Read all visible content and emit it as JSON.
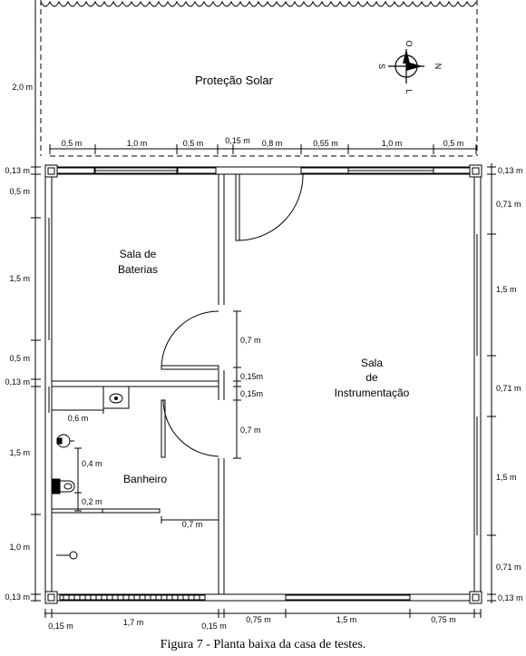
{
  "solar": {
    "label": "Proteção Solar"
  },
  "compass": {
    "n": "N",
    "s": "S",
    "l": "L",
    "o": "O"
  },
  "rooms": {
    "baterias": {
      "line1": "Sala de",
      "line2": "Baterias"
    },
    "instrumentacao": {
      "line1": "Sala",
      "line2": "de",
      "line3": "Instrumentação"
    },
    "banheiro": {
      "label": "Banheiro"
    }
  },
  "dims": {
    "top": [
      "0,5 m",
      "1,0 m",
      "0,5 m",
      "0,15 m",
      "0,8 m",
      "0,55 m",
      "1,0 m",
      "0,5 m"
    ],
    "bottom": [
      "0,15 m",
      "1,7 m",
      "0,15 m",
      "0,75 m",
      "1,5 m",
      "0,75 m"
    ],
    "left": [
      "2,0 m",
      "0,13 m",
      "0,5 m",
      "1,5 m",
      "0,5 m",
      "0,13 m",
      "1,5 m",
      "1,0 m",
      "0,13 m"
    ],
    "right": [
      "0,13 m",
      "0,71 m",
      "1,5 m",
      "0,71 m",
      "1,5 m",
      "0,71 m",
      "0,13 m"
    ],
    "center": [
      "0,7 m",
      "0,15m",
      "0,15m",
      "0,7 m"
    ],
    "bath": [
      "0,6 m",
      "0,4 m",
      "0,2 m",
      "0,7 m"
    ]
  },
  "caption": "Figura 7 - Planta baixa da casa de testes."
}
